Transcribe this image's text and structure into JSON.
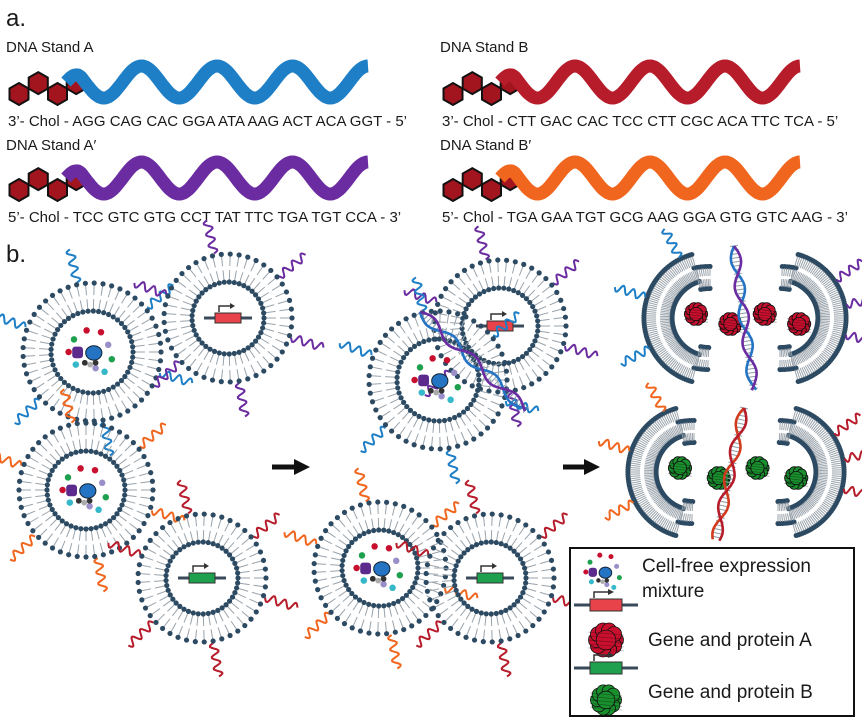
{
  "panel_a": {
    "label": "a.",
    "strands": [
      {
        "title": "DNA Stand A",
        "sequence": "3’- Chol - AGG CAG CAC GGA ATA AAG ACT ACA GGT - 5’",
        "color": "#1e7fc6"
      },
      {
        "title": "DNA Stand B",
        "sequence": "3’- Chol - CTT GAC CAC TCC CTT CGC ACA TTC TCA - 5’",
        "color": "#b71c2a"
      },
      {
        "title": "DNA Stand A′",
        "sequence": "5’- Chol - TCC GTC GTG CCT TAT TTC TGA TGT CCA - 3’",
        "color": "#6a2ca0"
      },
      {
        "title": "DNA Stand B′",
        "sequence": "5’- Chol - TGA GAA TGT GCG AAG GGA GTG GTC AAG - 3’",
        "color": "#f0661e"
      }
    ]
  },
  "panel_b": {
    "label": "b.",
    "legend": {
      "items": [
        {
          "label": "Cell-free expression",
          "label2": "mixture"
        },
        {
          "label": "Gene and protein A"
        },
        {
          "label": "Gene and protein B"
        }
      ]
    }
  },
  "colors": {
    "cholesterol": "#a3151e",
    "lipid": "#2d4a63",
    "gene_a": "#e8424a",
    "gene_b": "#1ea04e",
    "protein_a": "#c8102e",
    "protein_b": "#1a8f2e",
    "helix_a": "#2574c4",
    "helix_b": "#d23a1e"
  }
}
